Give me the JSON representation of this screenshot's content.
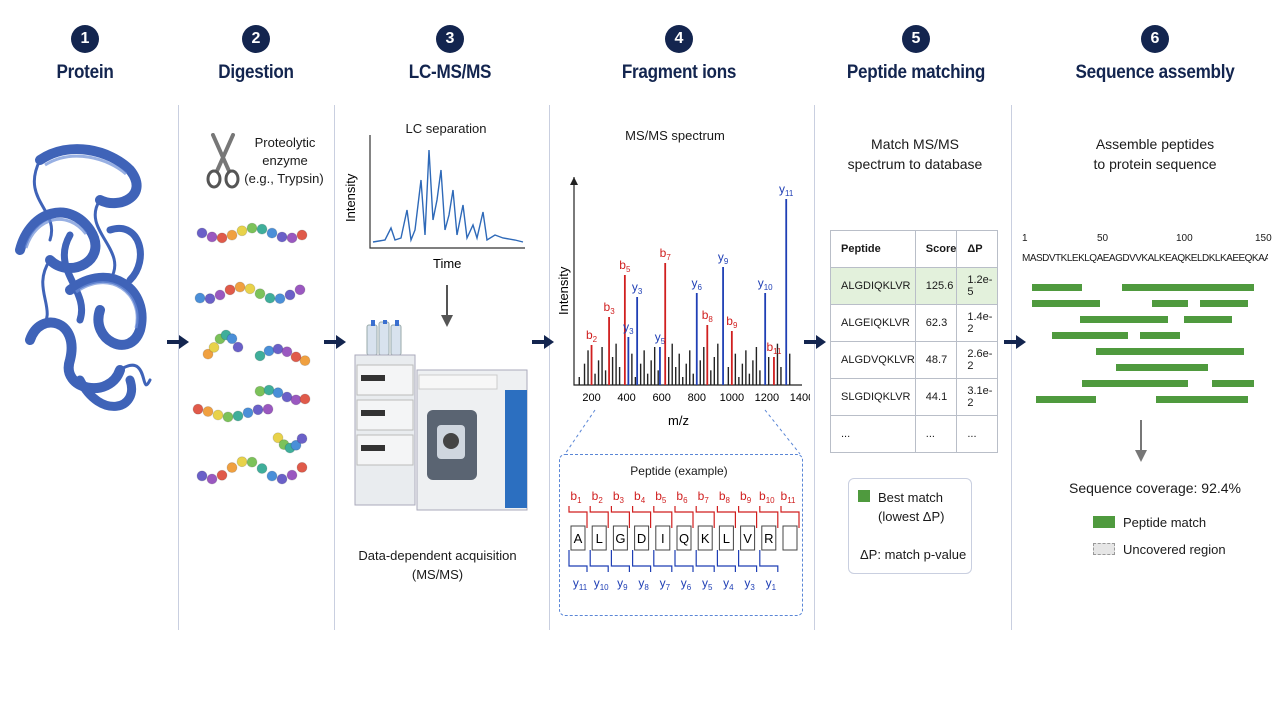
{
  "steps": [
    {
      "num": "1",
      "title": "Protein"
    },
    {
      "num": "2",
      "title": "Digestion"
    },
    {
      "num": "3",
      "title": "LC-MS/MS"
    },
    {
      "num": "4",
      "title": "Fragment ions"
    },
    {
      "num": "5",
      "title": "Peptide matching"
    },
    {
      "num": "6",
      "title": "Sequence assembly"
    }
  ],
  "digestion": {
    "enzyme_line1": "Proteolytic",
    "enzyme_line2": "enzyme",
    "enzyme_line3": "(e.g., Trypsin)"
  },
  "lcms": {
    "lc_title": "LC separation",
    "lc_ylabel": "Intensity",
    "lc_xlabel": "Time",
    "dda_line1": "Data-dependent acquisition",
    "dda_line2": "(MS/MS)"
  },
  "fragment": {
    "spectrum_title": "MS/MS spectrum",
    "peptide_title": "Peptide (example)",
    "residues": [
      "A",
      "L",
      "G",
      "D",
      "I",
      "Q",
      "K",
      "L",
      "V",
      "R"
    ],
    "b_labels": [
      "b1",
      "b2",
      "b3",
      "b4",
      "b5",
      "b6",
      "b7",
      "b8",
      "b9",
      "b10",
      "b11"
    ],
    "y_labels": [
      "y11",
      "y10",
      "y9",
      "y8",
      "y7",
      "y6",
      "y5",
      "y4",
      "y3",
      "y1"
    ]
  },
  "chart_data": {
    "type": "bar",
    "title": "MS/MS spectrum",
    "xlabel": "m/z",
    "ylabel": "Intensity",
    "xlim": [
      100,
      1400
    ],
    "xticks": [
      200,
      400,
      600,
      800,
      1000,
      1200,
      1400
    ],
    "peaks": [
      {
        "mz": 200,
        "intensity": 0.2,
        "label": "b2",
        "ion": "b"
      },
      {
        "mz": 300,
        "intensity": 0.34,
        "label": "b3",
        "ion": "b"
      },
      {
        "mz": 390,
        "intensity": 0.55,
        "label": "b5",
        "ion": "b"
      },
      {
        "mz": 410,
        "intensity": 0.24,
        "label": "y3",
        "ion": "y"
      },
      {
        "mz": 460,
        "intensity": 0.44,
        "label": "y3",
        "ion": "y"
      },
      {
        "mz": 590,
        "intensity": 0.19,
        "label": "y5",
        "ion": "y"
      },
      {
        "mz": 620,
        "intensity": 0.61,
        "label": "b7",
        "ion": "b"
      },
      {
        "mz": 800,
        "intensity": 0.46,
        "label": "y6",
        "ion": "y"
      },
      {
        "mz": 860,
        "intensity": 0.3,
        "label": "b8",
        "ion": "b"
      },
      {
        "mz": 950,
        "intensity": 0.59,
        "label": "y9",
        "ion": "y"
      },
      {
        "mz": 1000,
        "intensity": 0.27,
        "label": "b9",
        "ion": "b"
      },
      {
        "mz": 1190,
        "intensity": 0.46,
        "label": "y10",
        "ion": "y"
      },
      {
        "mz": 1240,
        "intensity": 0.14,
        "label": "b11",
        "ion": "b"
      },
      {
        "mz": 1310,
        "intensity": 0.93,
        "label": "y11",
        "ion": "y"
      }
    ],
    "noise": [
      130,
      160,
      180,
      220,
      240,
      260,
      280,
      320,
      340,
      360,
      430,
      450,
      480,
      500,
      520,
      540,
      560,
      580,
      640,
      660,
      680,
      700,
      720,
      740,
      760,
      780,
      820,
      840,
      880,
      900,
      920,
      980,
      1020,
      1040,
      1060,
      1080,
      1100,
      1120,
      1140,
      1160,
      1210,
      1260,
      1280,
      1330
    ],
    "colors": {
      "b": "#d01f1f",
      "y": "#1f3fb5",
      "other": "#222222"
    }
  },
  "matching": {
    "desc_line1": "Match MS/MS",
    "desc_line2": "spectrum to database",
    "headers": [
      "Peptide",
      "Score",
      "ΔP"
    ],
    "rows": [
      [
        "ALGDIQKLVR",
        "125.6",
        "1.2e-5"
      ],
      [
        "ALGEIQKLVR",
        "62.3",
        "1.4e-2"
      ],
      [
        "ALGDVQKLVR",
        "48.7",
        "2.6e-2"
      ],
      [
        "SLGDIQKLVR",
        "44.1",
        "3.1e-2"
      ],
      [
        "...",
        "...",
        "..."
      ]
    ],
    "legend_best_line1": "Best match",
    "legend_best_line2": "(lowest ΔP)",
    "legend_dp": "ΔP: match p-value",
    "best_color": "#4f9a3e"
  },
  "assembly": {
    "desc_line1": "Assemble peptides",
    "desc_line2": "to protein sequence",
    "ticks": [
      "1",
      "50",
      "100",
      "150"
    ],
    "sequence": "MASDVTKLEKLQAEAGDVVKALKEAQKELDKLKAEEQKAA",
    "coverage": "Sequence coverage: 92.4%",
    "legend_match": "Peptide match",
    "legend_uncovered": "Uncovered region",
    "match_color": "#4f9a3e"
  }
}
